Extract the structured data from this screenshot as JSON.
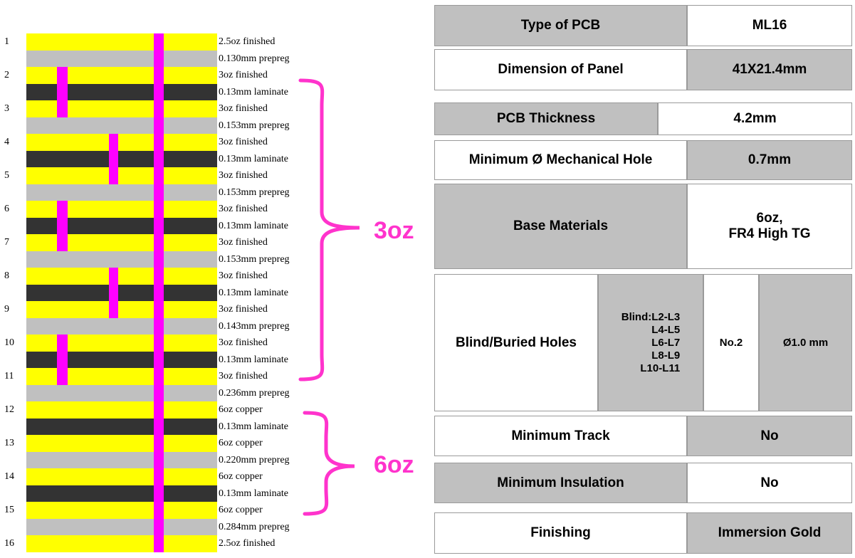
{
  "layers": [
    {
      "num": "1",
      "label": "2.5oz finished",
      "kind": "copper"
    },
    {
      "num": "",
      "label": "0.130mm  prepreg",
      "kind": "prepreg"
    },
    {
      "num": "2",
      "label": "3oz finished",
      "kind": "copper"
    },
    {
      "num": "",
      "label": "0.13mm laminate",
      "kind": "laminate"
    },
    {
      "num": "3",
      "label": "3oz finished",
      "kind": "copper"
    },
    {
      "num": "",
      "label": "0.153mm  prepreg",
      "kind": "prepreg"
    },
    {
      "num": "4",
      "label": "3oz finished",
      "kind": "copper"
    },
    {
      "num": "",
      "label": "0.13mm laminate",
      "kind": "laminate"
    },
    {
      "num": "5",
      "label": "3oz finished",
      "kind": "copper"
    },
    {
      "num": "",
      "label": "0.153mm  prepreg",
      "kind": "prepreg"
    },
    {
      "num": "6",
      "label": "3oz finished",
      "kind": "copper"
    },
    {
      "num": "",
      "label": "0.13mm laminate",
      "kind": "laminate"
    },
    {
      "num": "7",
      "label": "3oz finished",
      "kind": "copper"
    },
    {
      "num": "",
      "label": "0.153mm  prepreg",
      "kind": "prepreg"
    },
    {
      "num": "8",
      "label": "3oz finished",
      "kind": "copper"
    },
    {
      "num": "",
      "label": "0.13mm laminate",
      "kind": "laminate"
    },
    {
      "num": "9",
      "label": "3oz finished",
      "kind": "copper"
    },
    {
      "num": "",
      "label": "0.143mm  prepreg",
      "kind": "prepreg"
    },
    {
      "num": "10",
      "label": "3oz finished",
      "kind": "copper"
    },
    {
      "num": "",
      "label": "0.13mm laminate",
      "kind": "laminate"
    },
    {
      "num": "11",
      "label": "3oz finished",
      "kind": "copper"
    },
    {
      "num": "",
      "label": "0.236mm  prepreg",
      "kind": "prepreg"
    },
    {
      "num": "12",
      "label": "6oz copper",
      "kind": "copper"
    },
    {
      "num": "",
      "label": "0.13mm laminate",
      "kind": "laminate"
    },
    {
      "num": "13",
      "label": "6oz copper",
      "kind": "copper"
    },
    {
      "num": "",
      "label": "0.220mm  prepreg",
      "kind": "prepreg"
    },
    {
      "num": "14",
      "label": "6oz copper",
      "kind": "copper"
    },
    {
      "num": "",
      "label": "0.13mm laminate",
      "kind": "laminate"
    },
    {
      "num": "15",
      "label": "6oz copper",
      "kind": "copper"
    },
    {
      "num": "",
      "label": "0.284mm  prepreg",
      "kind": "prepreg"
    },
    {
      "num": "16",
      "label": "2.5oz finished",
      "kind": "copper"
    }
  ],
  "brackets": {
    "upper": "3oz",
    "lower": "6oz"
  },
  "colors": {
    "copper": "#ffff00",
    "prepreg": "#c0c0c0",
    "laminate": "#333333",
    "via": "#ff00ff",
    "bracket": "#ff33cc"
  },
  "specs": {
    "type_label": "Type of PCB",
    "type_value": "ML16",
    "dimension_label": "Dimension of Panel",
    "dimension_value": "41X21.4mm",
    "thickness_label": "PCB Thickness",
    "thickness_value": "4.2mm",
    "hole_label": "Minimum Ø Mechanical Hole",
    "hole_value": "0.7mm",
    "base_label": "Base Materials",
    "base_value_1": "6oz,",
    "base_value_2": "FR4 High TG",
    "blind_label": "Blind/Buried Holes",
    "blind_lines": [
      "Blind:L2-L3",
      "L4-L5",
      "L6-L7",
      "L8-L9",
      "L10-L11"
    ],
    "blind_count": "No.2",
    "blind_diameter": "Ø1.0 mm",
    "track_label": "Minimum Track",
    "track_value": "No",
    "insulation_label": "Minimum Insulation",
    "insulation_value": "No",
    "finishing_label": "Finishing",
    "finishing_value": "Immersion Gold"
  }
}
